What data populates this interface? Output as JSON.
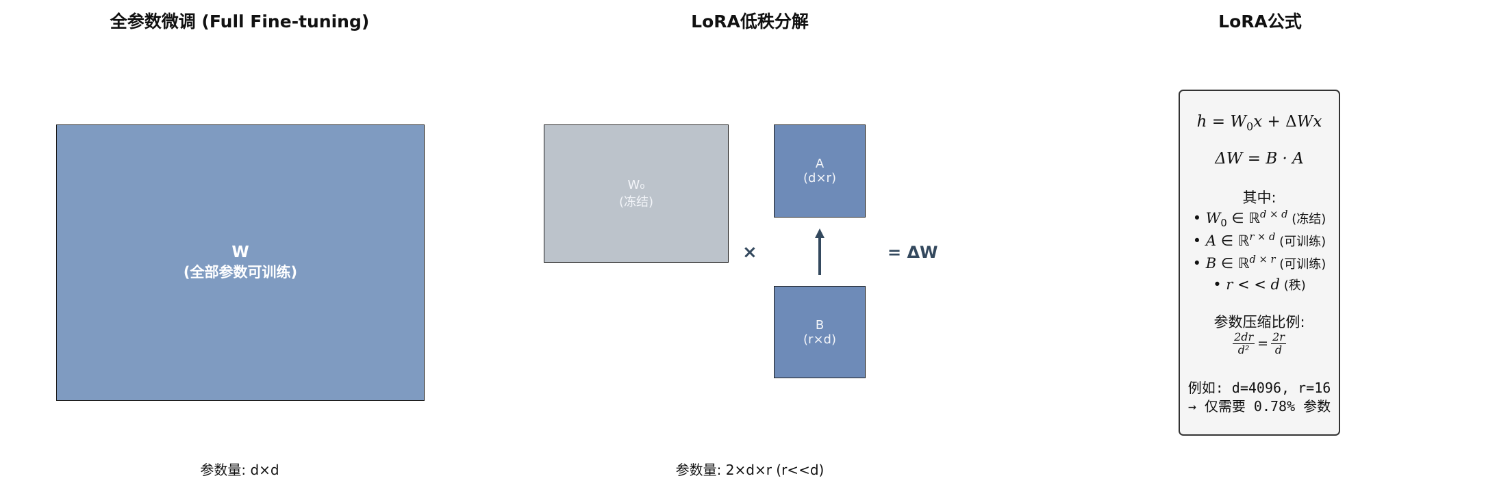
{
  "panels": {
    "full": {
      "title": "全参数微调 (Full Fine-tuning)",
      "matrix_label": "W",
      "matrix_sublabel": "(全部参数可训练)",
      "params": "参数量: d×d",
      "color": "#7f9bc1"
    },
    "lora": {
      "title": "LoRA低秩分解",
      "w0_label": "W₀",
      "w0_sublabel": "(冻结)",
      "a_label": "A",
      "a_sublabel": "(d×r)",
      "b_label": "B",
      "b_sublabel": "(r×d)",
      "times": "×",
      "equals": "= ΔW",
      "params": "参数量: 2×d×r (r<<d)",
      "frozen_color": "#bcc3cb",
      "trainable_color": "#6e8bb8",
      "accent_color": "#34495e"
    },
    "formula": {
      "title": "LoRA公式",
      "eq1": {
        "h": "h",
        "eq": " = ",
        "w": "W",
        "sub0": "0",
        "x": "x",
        "plus": " + Δ",
        "w2": "W",
        "x2": "x"
      },
      "eq2": {
        "lhs": "ΔW",
        "eq": " = ",
        "rhs": "B · A"
      },
      "where": "其中:",
      "items": [
        {
          "bullet": "•",
          "sym": "W",
          "sub": "0",
          "in": " ∈ ℝ",
          "sup": "d × d",
          "note": " (冻结)"
        },
        {
          "bullet": "•",
          "sym": "A",
          "sub": "",
          "in": " ∈ ℝ",
          "sup": "r × d",
          "note": " (可训练)"
        },
        {
          "bullet": "•",
          "sym": "B",
          "sub": "",
          "in": " ∈ ℝ",
          "sup": "d × r",
          "note": " (可训练)"
        },
        {
          "bullet": "•",
          "sym": "r",
          "sub": "",
          "in": " < < ",
          "sup": "",
          "sym2": "d",
          "note": " (秩)"
        }
      ],
      "ratio_title": "参数压缩比例:",
      "ratio_num1": "2dr",
      "ratio_den1": "d²",
      "ratio_eq": " = ",
      "ratio_num2": "2r",
      "ratio_den2": "d",
      "example": "例如: d=4096, r=16",
      "result": "→ 仅需要 0.78% 参数"
    }
  }
}
